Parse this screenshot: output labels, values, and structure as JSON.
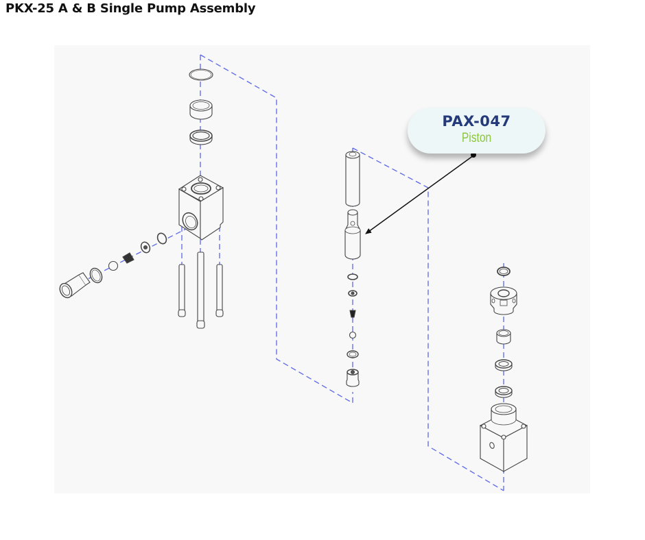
{
  "page": {
    "title": "PKX-25 A & B Single Pump Assembly"
  },
  "diagram": {
    "type": "exploded-assembly",
    "background": "#f8f8f8",
    "guide_line_color": "#5a66e8",
    "part_line_color": "#444444",
    "groups": [
      {
        "name": "pump-block-assembly",
        "components": [
          "retaining-ring",
          "bushing",
          "seal",
          "pump-block",
          "retaining-ring-side",
          "valve-disc",
          "valve-poppet",
          "ball",
          "o-ring",
          "inlet-fitting",
          "cap-screw-left",
          "tie-rod-center",
          "cap-screw-right"
        ]
      },
      {
        "name": "piston-assembly",
        "components": [
          "piston-rod",
          "piston",
          "snap-ring",
          "valve-seat",
          "poppet",
          "ball",
          "o-ring",
          "check-valve-fitting"
        ]
      },
      {
        "name": "packing-assembly",
        "components": [
          "o-ring",
          "packing-nut",
          "bushing",
          "packing-seal-upper",
          "packing-seal-lower",
          "cylinder-block"
        ]
      }
    ]
  },
  "callout": {
    "part_number": "PAX-047",
    "part_name": "Piston",
    "part_number_color": "#253a7a",
    "part_name_color": "#8cc63f",
    "fill": "#eef7f8",
    "arrow_color": "#111111",
    "target": "piston"
  }
}
